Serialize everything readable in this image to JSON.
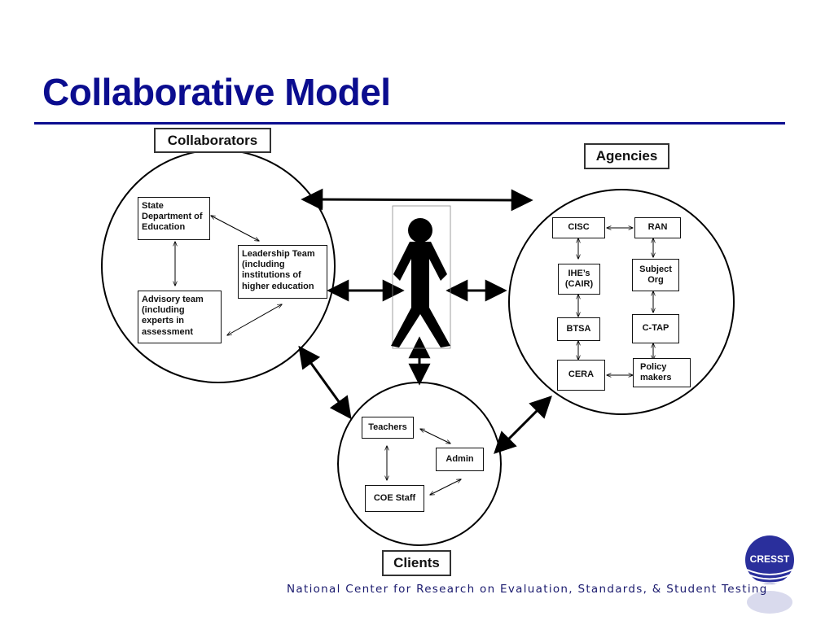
{
  "title": "Collaborative Model",
  "headers": {
    "collaborators": "Collaborators",
    "agencies": "Agencies",
    "clients": "Clients"
  },
  "collaborators": {
    "state_dept": "State Department of Education",
    "leadership": "Leadership Team (including institutions of higher education",
    "advisory": "Advisory team (including experts in assessment"
  },
  "agencies": {
    "cisc": "CISC",
    "ran": "RAN",
    "ihe": "IHE’s (CAIR)",
    "subject_org": "Subject Org",
    "btsa": "BTSA",
    "ctap": "C-TAP",
    "cera": "CERA",
    "policy": "Policy makers"
  },
  "clients": {
    "teachers": "Teachers",
    "admin": "Admin",
    "coe_staff": "COE Staff"
  },
  "footer": "National Center for Research on Evaluation, Standards, & Student Testing",
  "logo_text": "CRESST",
  "colors": {
    "title": "#0b0d8f",
    "logo": "#2a2f9c"
  }
}
